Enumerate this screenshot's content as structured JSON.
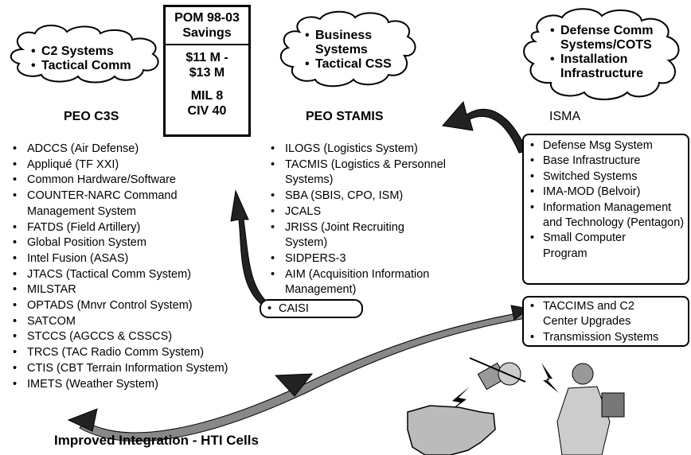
{
  "clouds": {
    "c3s": [
      "C2 Systems",
      "Tactical Comm"
    ],
    "stamis": [
      "Business Systems",
      "Tactical CSS"
    ],
    "isma": [
      "Defense Comm Systems/COTS",
      "Installation Infrastructure"
    ]
  },
  "pom": {
    "title_line1": "POM 98-03",
    "title_line2": "Savings",
    "amount_line1": "$11 M -",
    "amount_line2": "$13 M",
    "mil": "MIL  8",
    "civ": "CIV  40"
  },
  "headings": {
    "peo_c3s": "PEO C3S",
    "peo_stamis": "PEO STAMIS",
    "isma": "ISMA"
  },
  "c3s_items": [
    "ADCCS (Air Defense)",
    "Appliqué (TF XXI)",
    "Common Hardware/Software",
    "COUNTER-NARC Command Management System",
    "FATDS (Field Artillery)",
    "Global Position System",
    "Intel Fusion (ASAS)",
    "JTACS (Tactical Comm System)",
    "MILSTAR",
    "OPTADS (Mnvr Control System)",
    "SATCOM",
    "STCCS (AGCCS & CSSCS)",
    "TRCS (TAC Radio Comm System)",
    "CTIS (CBT Terrain Information System)",
    "IMETS (Weather System)"
  ],
  "stamis_items": [
    "ILOGS (Logistics System)",
    "TACMIS (Logistics & Personnel Systems)",
    "SBA (SBIS, CPO, ISM)",
    "JCALS",
    "JRISS (Joint Recruiting System)",
    "SIDPERS-3",
    "AIM (Acquisition Information Management)"
  ],
  "caisi": "CAISI",
  "isma_items": [
    "Defense Msg System",
    "Base Infrastructure",
    "Switched Systems",
    "IMA-MOD (Belvoir)",
    "Information Management and Technology (Pentagon)",
    "Small Computer Program"
  ],
  "taccims_items": [
    "TACCIMS and C2 Center Upgrades",
    "Transmission Systems"
  ],
  "footer": "Improved Integration - HTI Cells"
}
